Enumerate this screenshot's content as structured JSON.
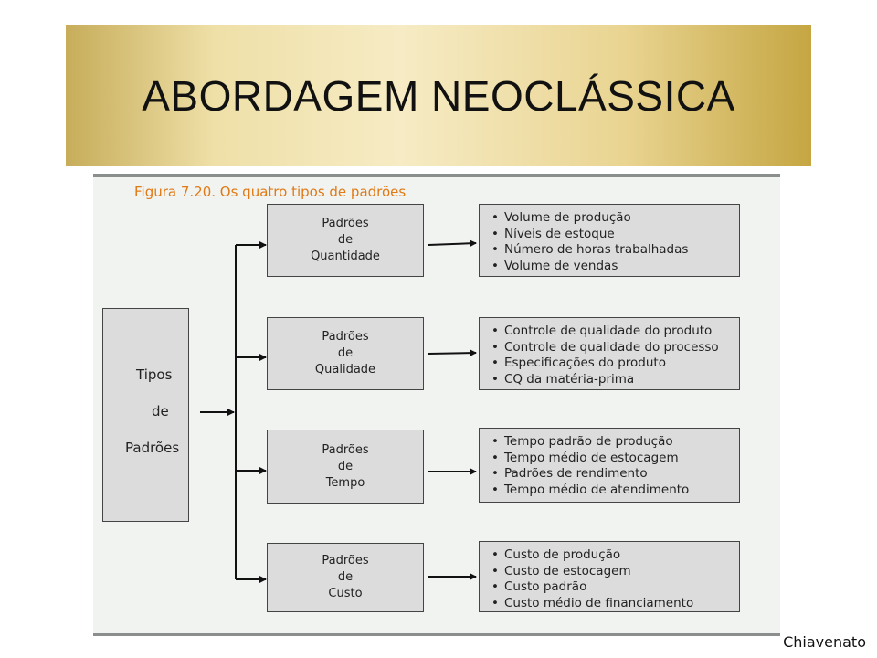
{
  "slide": {
    "title": "ABORDAGEM NEOCLÁSSICA",
    "author": "Chiavenato"
  },
  "figure": {
    "caption": "Figura 7.20. Os quatro tipos de padrões",
    "root": [
      "Tipos",
      "de",
      "Padrões"
    ],
    "branches": [
      {
        "label": [
          "Padrões",
          "de",
          "Quantidade"
        ],
        "items": [
          "Volume de produção",
          "Níveis de estoque",
          "Número de horas trabalhadas",
          "Volume de vendas"
        ]
      },
      {
        "label": [
          "Padrões",
          "de",
          "Qualidade"
        ],
        "items": [
          "Controle de qualidade do produto",
          "Controle de qualidade do processo",
          "Especificações do produto",
          "CQ da matéria-prima"
        ]
      },
      {
        "label": [
          "Padrões",
          "de",
          "Tempo"
        ],
        "items": [
          "Tempo padrão de produção",
          "Tempo médio de estocagem",
          "Padrões de rendimento",
          "Tempo médio de atendimento"
        ]
      },
      {
        "label": [
          "Padrões",
          "de",
          "Custo"
        ],
        "items": [
          "Custo de produção",
          "Custo de estocagem",
          "Custo padrão",
          "Custo médio de financiamento"
        ]
      }
    ]
  }
}
